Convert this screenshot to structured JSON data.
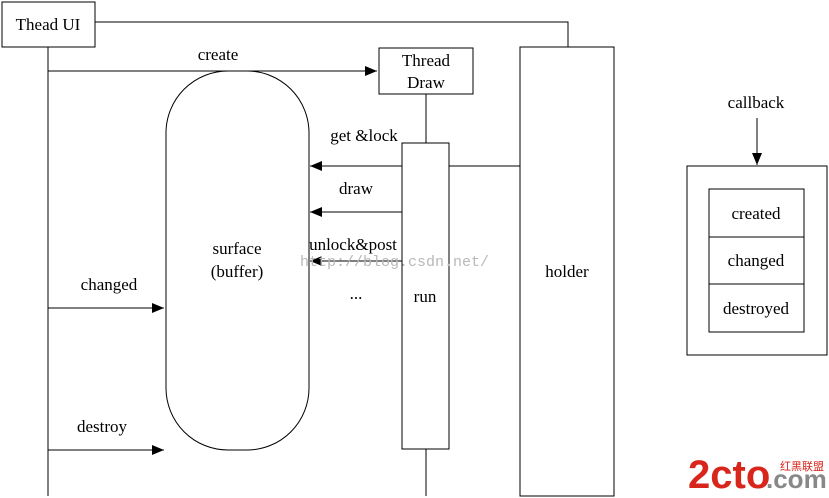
{
  "nodes": {
    "thread_ui": "Thead UI",
    "thread_draw_line1": "Thread",
    "thread_draw_line2": "Draw",
    "surface_line1": "surface",
    "surface_line2": "(buffer)",
    "run": "run",
    "holder": "holder"
  },
  "arrows": {
    "create": "create",
    "changed": "changed",
    "destroy": "destroy",
    "get_lock": "get &lock",
    "draw": "draw",
    "unlock_post": "unlock&post",
    "ellipsis": "..."
  },
  "callback": {
    "title": "callback",
    "items": [
      "created",
      "changed",
      "destroyed"
    ]
  },
  "watermark": {
    "url": "http://blog.csdn.net/",
    "logo_main": "2cto",
    "logo_dot": ".com",
    "logo_cn": "红黑联盟",
    "logo_sub": "com"
  }
}
